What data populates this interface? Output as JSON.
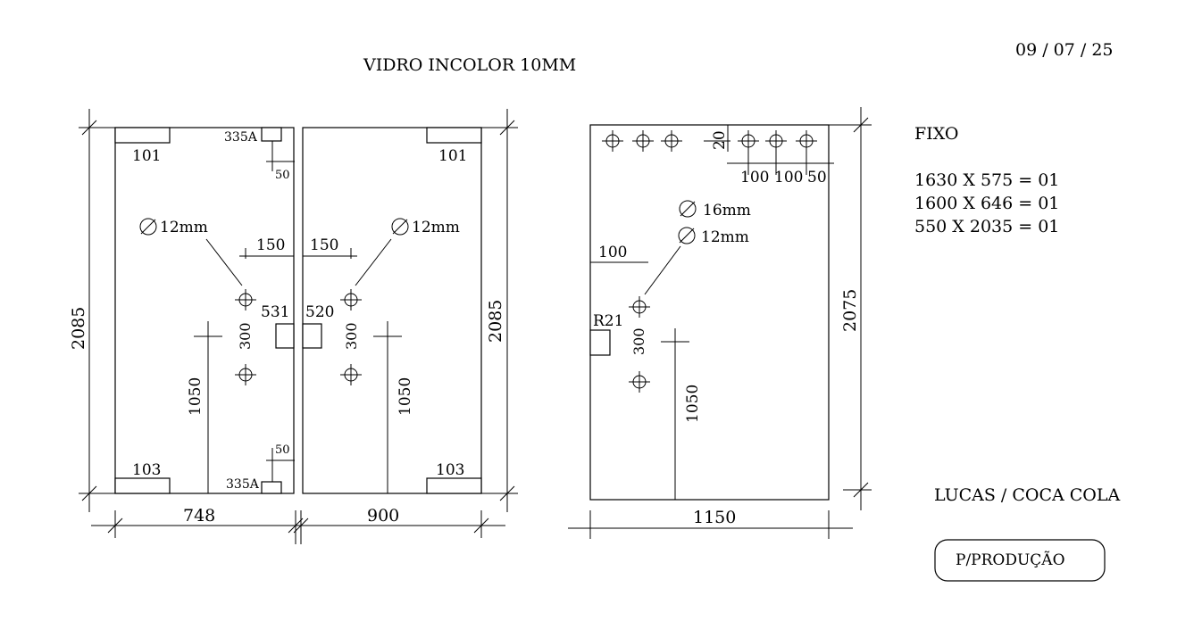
{
  "title": "VIDRO INCOLOR 10MM",
  "date": "09 / 07 / 25",
  "client": "LUCAS / COCA COLA",
  "stamp": "P/PRODUÇÃO",
  "notes": {
    "heading": "FIXO",
    "lines": [
      "1630 X 575 = 01",
      "1600 X 646 = 01",
      "550 X 2035 = 01"
    ]
  },
  "left_panel": {
    "height": "2085",
    "width": "748",
    "top_notch": "101",
    "bottom_notch": "103",
    "lock_top": "335A",
    "lock_bottom": "335A",
    "lock_gap_top": "50",
    "lock_gap_bottom": "50",
    "hole_label": "12mm",
    "hole_offset": "150",
    "handle_height": "531",
    "hole_spacing": "300",
    "floor_height": "1050"
  },
  "right_panel": {
    "height": "2085",
    "width": "900",
    "top_notch": "101",
    "bottom_notch": "103",
    "hole_label": "12mm",
    "hole_offset": "150",
    "handle_height": "520",
    "hole_spacing": "300",
    "floor_height": "1050"
  },
  "fixed_panel": {
    "height": "2075",
    "width": "1150",
    "top_offset": "20",
    "spacing_a": "100",
    "spacing_b": "100",
    "spacing_c": "50",
    "hole_large": "16mm",
    "hole_small": "12mm",
    "side_offset": "100",
    "radius": "R21",
    "hole_spacing": "300",
    "floor_height": "1050"
  }
}
